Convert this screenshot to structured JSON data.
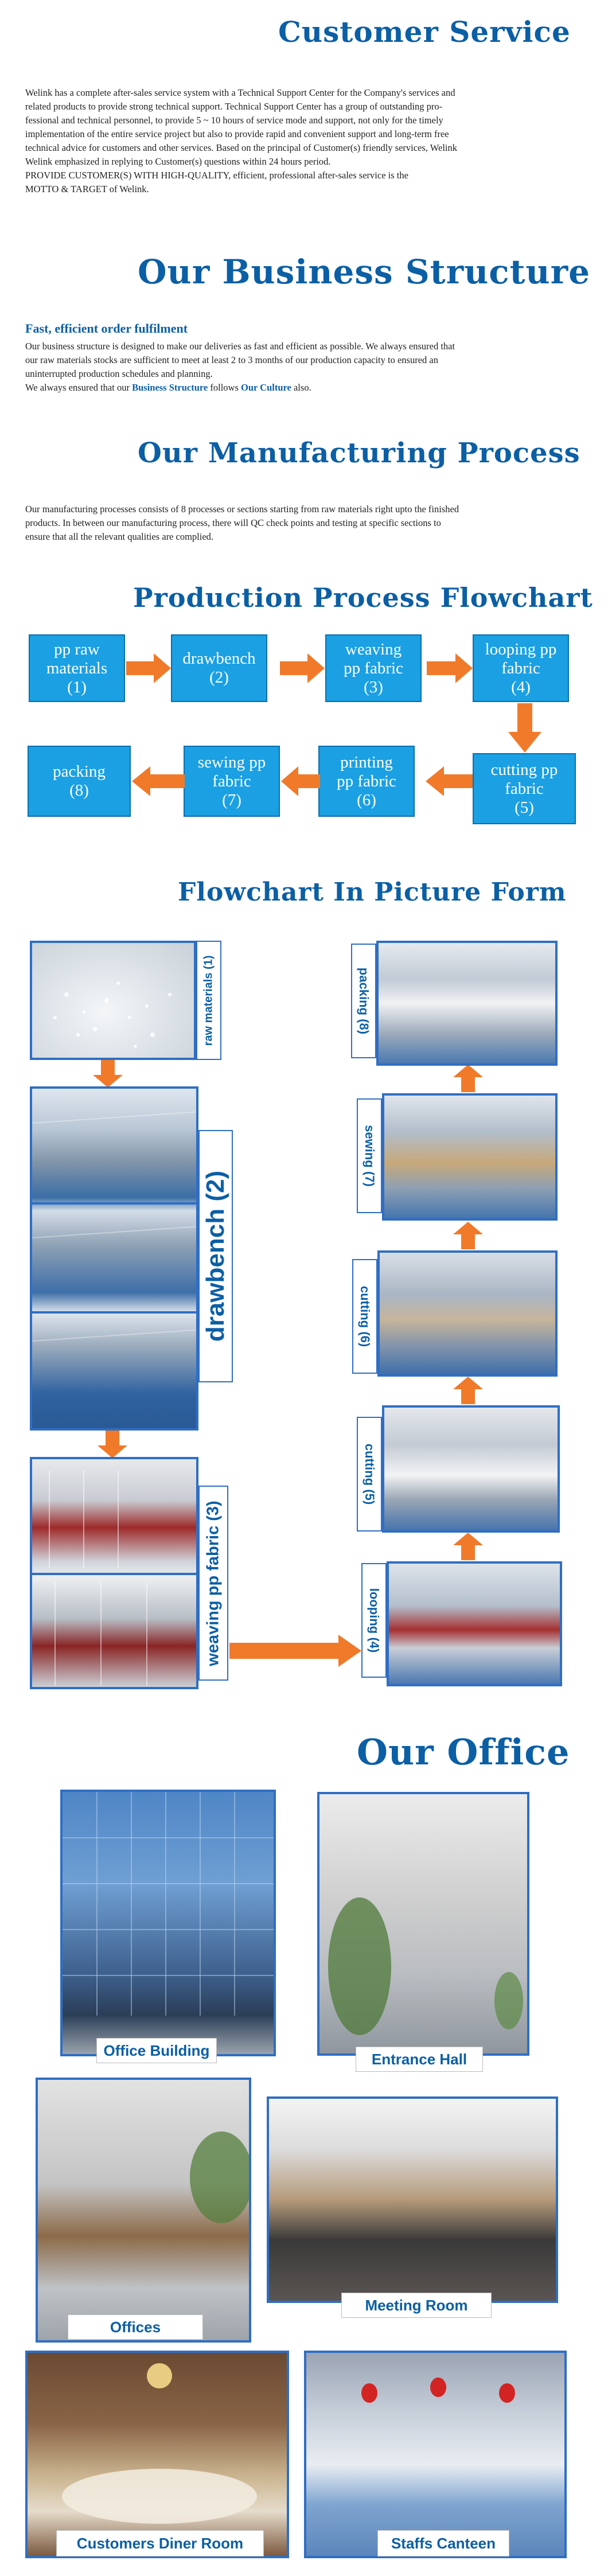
{
  "customer_service": {
    "title": "Customer Service",
    "lines": [
      "Welink has a complete after-sales service system with a Technical Support Center for the Company's services and",
      "related products to provide strong technical support. Technical Support Center has a group of outstanding pro-",
      "fessional and technical personnel, to provide 5 ~ 10 hours of service mode and support, not only for the timely",
      "implementation of the entire service project but also to provide rapid and convenient support and long-term free",
      "technical advice for customers and other services. Based on the principal of Customer(s) friendly services, Welink",
      "Welink emphasized in replying to Customer(s) questions within 24 hours period.",
      "PROVIDE CUSTOMER(S) WITH HIGH-QUALITY, efficient, professional after-sales service is the",
      "MOTTO & TARGET of Welink."
    ]
  },
  "business_structure": {
    "title": "Our Business Structure",
    "subtitle": "Fast, efficient order fulfilment",
    "lines": [
      "Our business structure is designed to make our deliveries as fast and efficient as possible. We always ensured that",
      "our raw materials stocks are sufficient to meet at least 2 to 3 months of our production capacity to ensured an",
      "uninterrupted production schedules and planning."
    ],
    "last_prefix": "We always ensured that our ",
    "last_kw1": "Business Structure",
    "last_mid": " follows ",
    "last_kw2": "Our Culture",
    "last_suffix": " also."
  },
  "manufacturing": {
    "title": "Our Manufacturing Process",
    "lines": [
      "Our manufacturing processes consists of 8 processes or sections starting from raw materials right upto the finished",
      "products. In between our manufacturing process, there will QC check points  and testing at specific sections to",
      "ensure that all the relevant qualities are complied."
    ]
  },
  "flowchart": {
    "title": "Production Process Flowchart",
    "steps": [
      {
        "l1": "pp raw",
        "l2": "materials",
        "n": "(1)"
      },
      {
        "l1": "drawbench",
        "l2": "",
        "n": "(2)"
      },
      {
        "l1": "weaving",
        "l2": "pp fabric",
        "n": "(3)"
      },
      {
        "l1": "looping pp",
        "l2": "fabric",
        "n": "(4)"
      },
      {
        "l1": "cutting pp",
        "l2": "fabric",
        "n": "(5)"
      },
      {
        "l1": "printing",
        "l2": "pp fabric",
        "n": "(6)"
      },
      {
        "l1": "sewing pp",
        "l2": "fabric",
        "n": "(7)"
      },
      {
        "l1": "packing",
        "l2": "",
        "n": "(8)"
      }
    ],
    "box_color": "#1aa0e3",
    "arrow_color": "#f07a2a"
  },
  "picture_flow": {
    "title": "Flowchart In Picture Form",
    "labels": {
      "raw": "raw materials (1)",
      "drawbench": "drawbench (2)",
      "weaving": "weaving pp fabric (3)",
      "looping": "looping (4)",
      "cutting5": "cutting (5)",
      "cutting6": "cutting (6)",
      "sewing": "sewing (7)",
      "packing": "packing (8)"
    },
    "frame_color": "#2f6ec4"
  },
  "office": {
    "title": "Our Office",
    "captions": {
      "building": "Office Building",
      "hall": "Entrance Hall",
      "offices": "Offices",
      "meeting": "Meeting Room",
      "diner": "Customers Diner Room",
      "canteen": "Staffs Canteen"
    }
  },
  "colors": {
    "title_blue": "#0b5fa5",
    "arrow_orange": "#f07a2a",
    "box_blue": "#1aa0e3"
  }
}
